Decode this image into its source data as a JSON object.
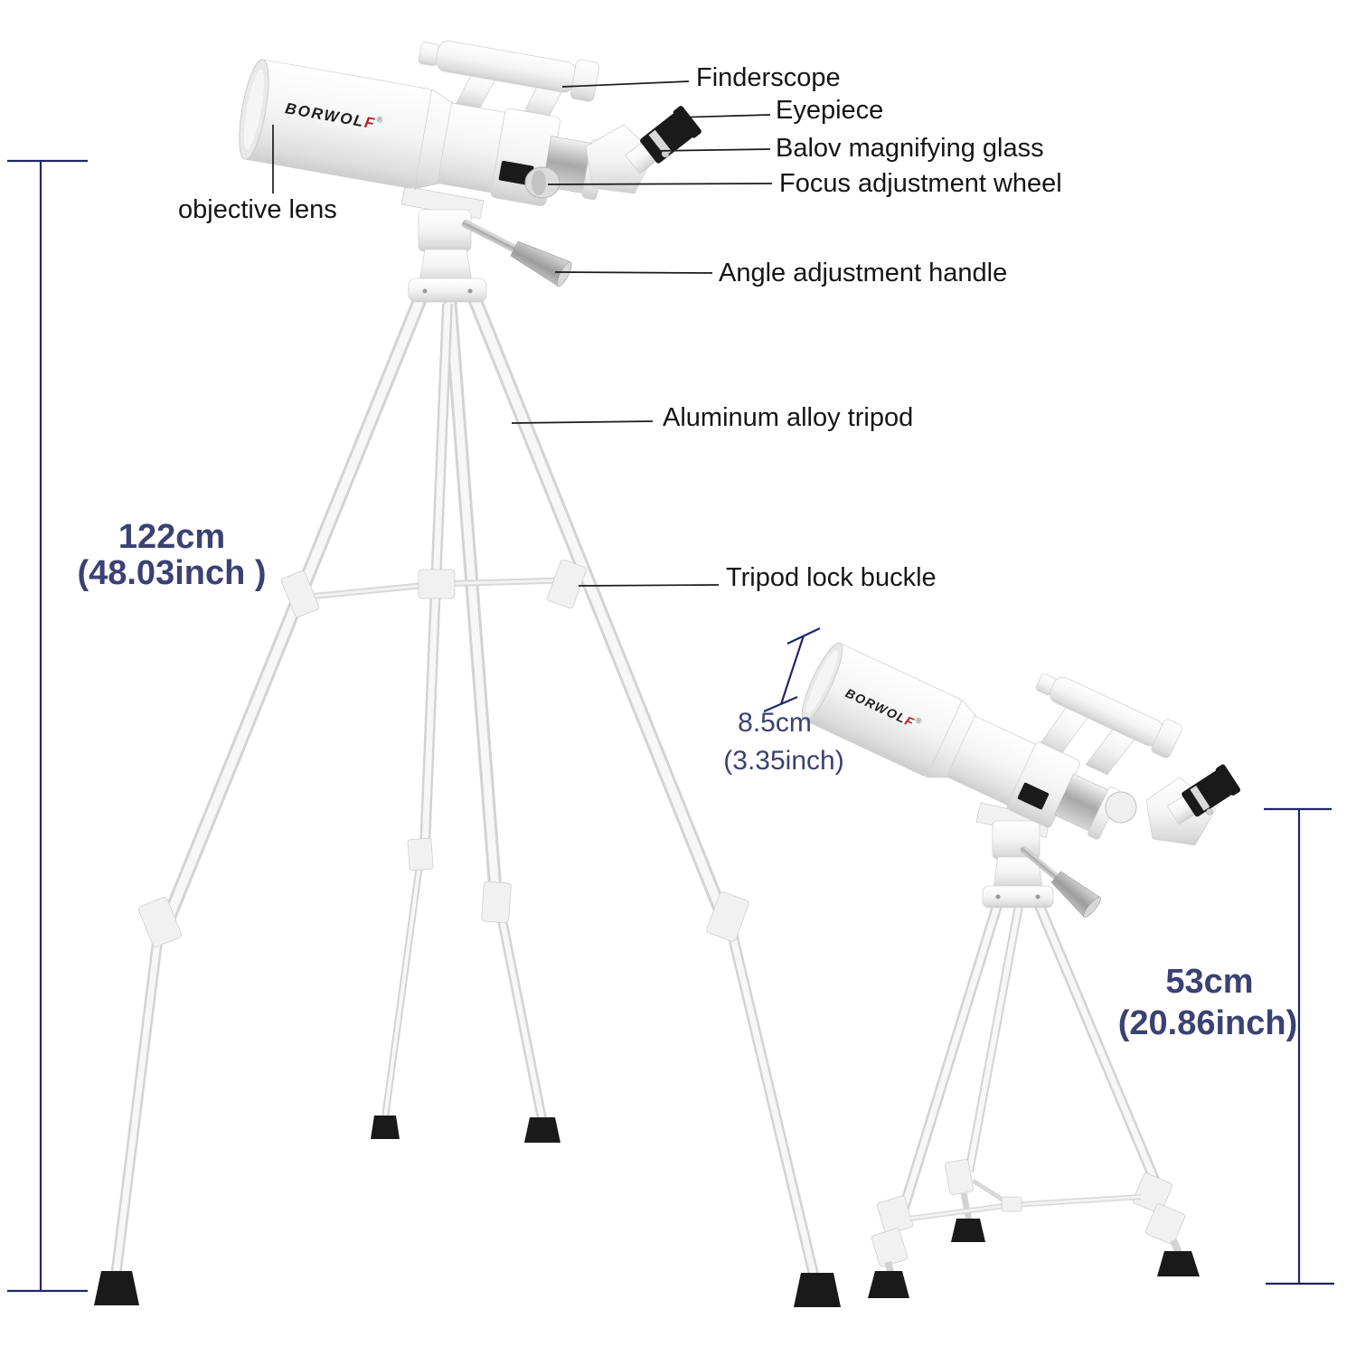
{
  "brand": {
    "main": "BORWOL",
    "accent": "F",
    "reg": "®"
  },
  "labels": {
    "finderscope": "Finderscope",
    "eyepiece": "Eyepiece",
    "balov": "Balov magnifying glass",
    "focus_wheel": "Focus adjustment wheel",
    "objective": "objective lens",
    "angle_handle": "Angle adjustment handle",
    "tripod": "Aluminum alloy tripod",
    "lock_buckle": "Tripod lock buckle"
  },
  "dimensions": {
    "large_height_cm": "122cm",
    "large_height_inch": "(48.03inch )",
    "small_height_cm": "53cm",
    "small_height_inch": "(20.86inch)",
    "tube_diameter_cm": "8.5cm",
    "tube_diameter_inch": "(3.35inch)"
  },
  "colors": {
    "dimension_text": "#3b4173",
    "measure_line": "#1f2769",
    "label_text": "#151515",
    "logo_accent": "#b7202a"
  }
}
